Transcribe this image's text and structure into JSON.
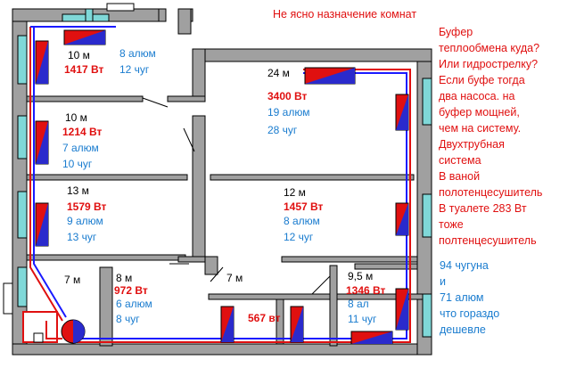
{
  "header_note": "Не ясно назначение комнат",
  "colors": {
    "wall": "#a0a0a0",
    "supply_pipe": "#e01010",
    "return_pipe": "#1a1aff",
    "radiator_red": "#e01010",
    "radiator_blue": "#2a2acc",
    "window": "#7fd8d8",
    "note_red": "#e01010",
    "note_blue": "#1a7ccf"
  },
  "rooms": [
    {
      "area": "10 м",
      "power": "1417 Вт",
      "alu": "8 алюм",
      "iron": "12 чуг"
    },
    {
      "area": "10 м",
      "power": "1214 Вт",
      "alu": "7 алюм",
      "iron": "10 чуг"
    },
    {
      "area": "13 м",
      "power": "1579 Вт",
      "alu": "9 алюм",
      "iron": "13 чуг"
    },
    {
      "area": "7 м"
    },
    {
      "area": "8 м",
      "power": "972 Вт",
      "alu": "6 алюм",
      "iron": "8 чуг"
    },
    {
      "area": "7 м"
    },
    {
      "power": "567 вт"
    },
    {
      "area": "9,5 м",
      "power": "1346 Вт",
      "alu": "8 ал",
      "iron": "11 чуг"
    },
    {
      "area": "12 м",
      "power": "1457 Вт",
      "alu": "8 алюм",
      "iron": "12 чуг"
    },
    {
      "area": "24 м",
      "power": "3400 Вт",
      "alu": "19 алюм",
      "iron": "28 чуг"
    }
  ],
  "notes": {
    "red": "Буфер\nтеплообмена куда?\nИли гидрострелку?\nЕсли буфе тогда\nдва насоса. на\nбуфер мощней,\nчем на систему.\nДвухтрубная\nсистема\nВ ваной\nполотенцесушитель\nВ туалете 283 Вт\nтоже\nполтенцесушитель",
    "blue": "94 чугуна\nи\n71 алюм\nчто гораздо\nдешевле"
  }
}
